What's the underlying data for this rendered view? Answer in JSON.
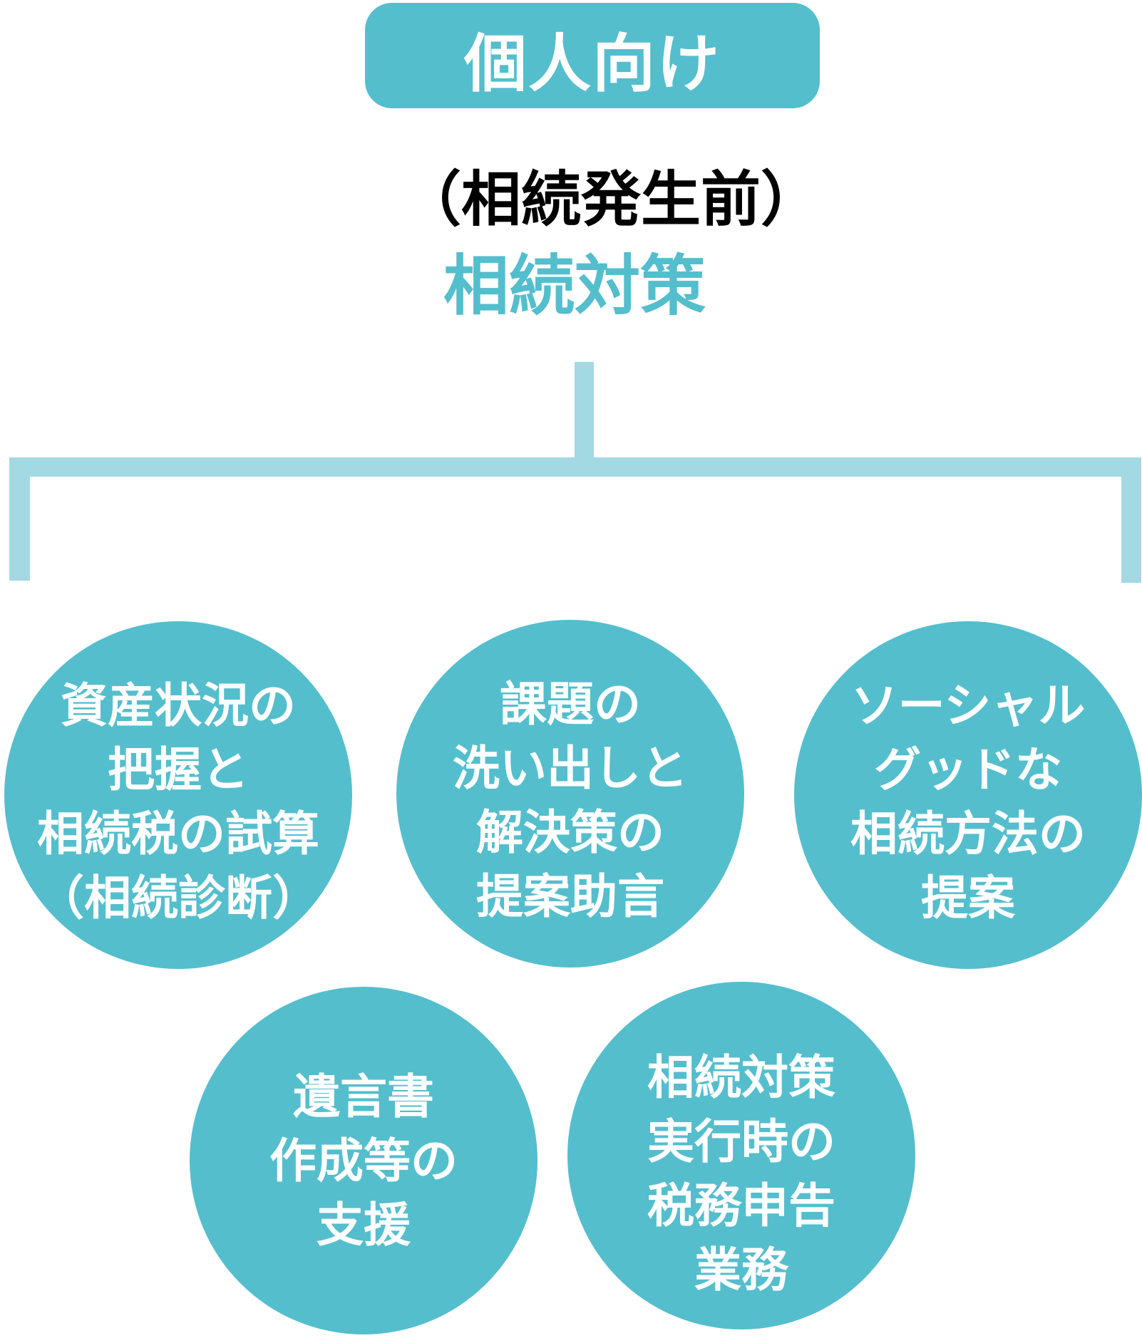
{
  "badge": {
    "label": "個人向け"
  },
  "heading": {
    "phase": "（相続発生前）",
    "title": "相続対策"
  },
  "colors": {
    "teal": "#54BECD",
    "light_blue": "#A2D9E3",
    "text_on_teal": "#FFFFFF",
    "heading_black": "#000000"
  },
  "circles": [
    {
      "id": "asset-assessment",
      "lines": [
        "資産状況の",
        "把握と",
        "相続税の試算",
        "（相続診断）"
      ]
    },
    {
      "id": "issue-identification",
      "lines": [
        "課題の",
        "洗い出しと",
        "解決策の",
        "提案助言"
      ]
    },
    {
      "id": "social-good-proposal",
      "lines": [
        "ソーシャル",
        "グッドな",
        "相続方法の",
        "提案"
      ]
    },
    {
      "id": "will-drafting-support",
      "lines": [
        "遺言書",
        "作成等の",
        "支援"
      ]
    },
    {
      "id": "tax-filing-services",
      "lines": [
        "相続対策",
        "実行時の",
        "税務申告",
        "業務"
      ]
    }
  ]
}
